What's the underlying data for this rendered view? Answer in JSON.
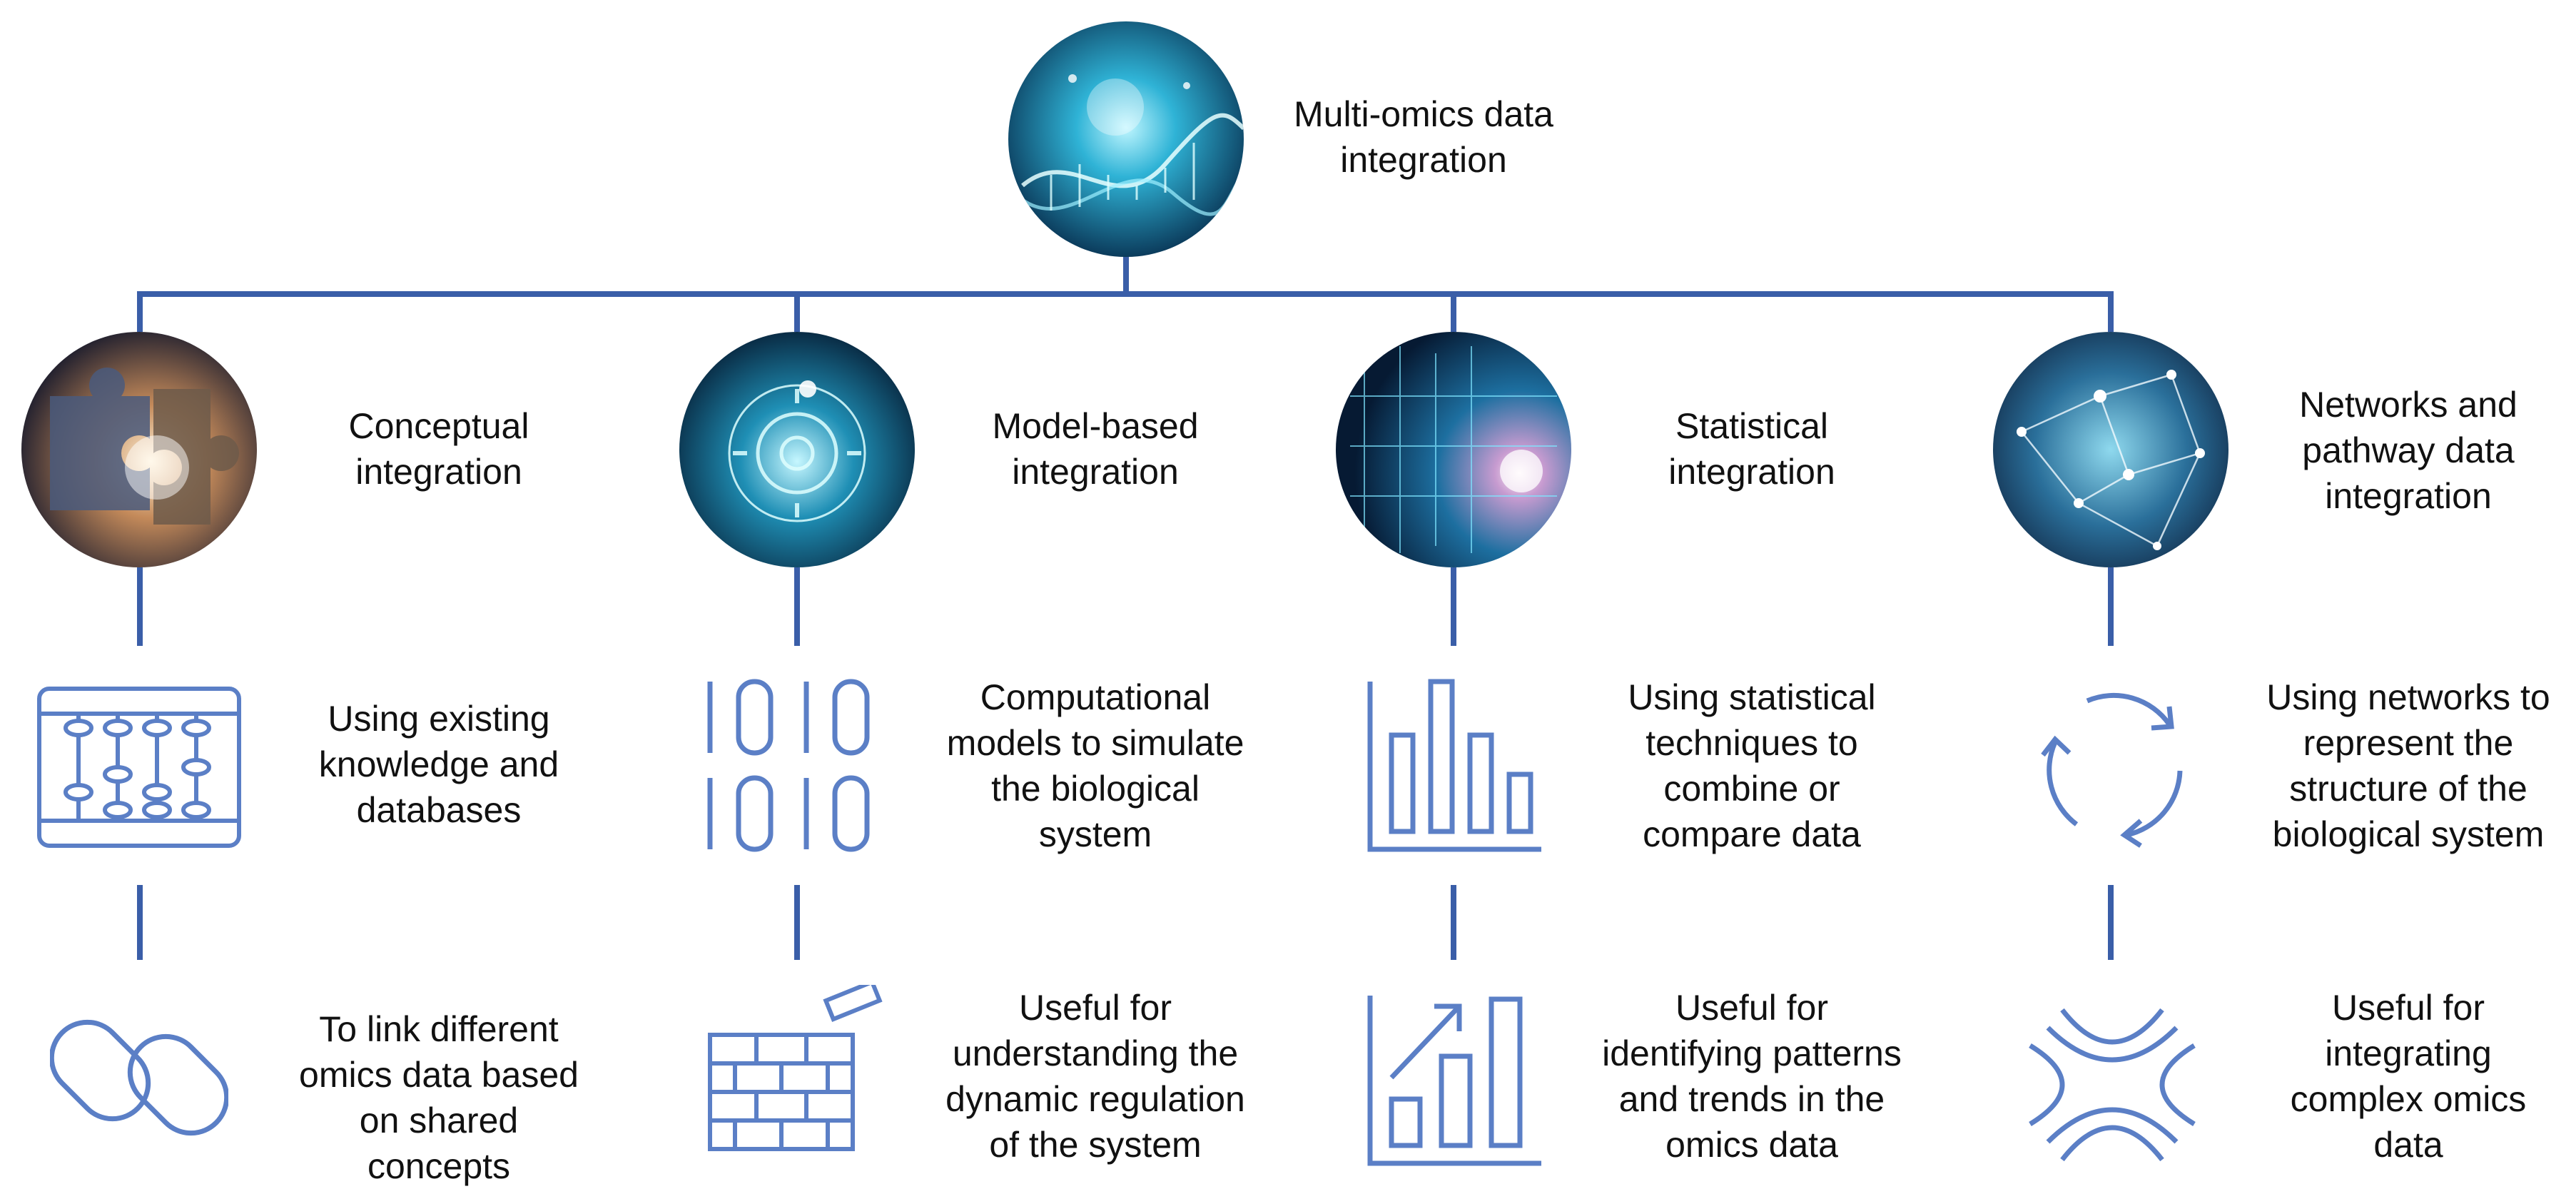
{
  "root": {
    "title_line1": "Multi-omics data",
    "title_line2": "integration"
  },
  "columns": [
    {
      "title_line1": "Conceptual",
      "title_line2": "integration",
      "description": [
        "Using existing",
        "knowledge and",
        "databases"
      ],
      "usefulness": [
        "To link different",
        "omics data based",
        "on shared concepts"
      ]
    },
    {
      "title_line1": "Model-based",
      "title_line2": "integration",
      "description": [
        "Computational",
        "models to simulate",
        "the biological",
        "system"
      ],
      "usefulness": [
        "Useful for",
        "understanding the",
        "dynamic regulation",
        "of the system"
      ]
    },
    {
      "title_line1": "Statistical",
      "title_line2": "integration",
      "description": [
        "Using statistical",
        "techniques to",
        "combine or",
        "compare data"
      ],
      "usefulness": [
        "Useful for",
        "identifying patterns",
        "and trends in the",
        "omics data"
      ]
    },
    {
      "title_line1": "Networks and",
      "title_line2": "pathway data",
      "title_line3": "integration",
      "description": [
        "Using networks to",
        "represent the",
        "structure of the",
        "biological system"
      ],
      "usefulness": [
        "Useful for",
        "integrating",
        "complex  omics",
        "data"
      ]
    }
  ],
  "colors": {
    "connector": "#3a5ea8",
    "icon": "#5b7fc6"
  }
}
